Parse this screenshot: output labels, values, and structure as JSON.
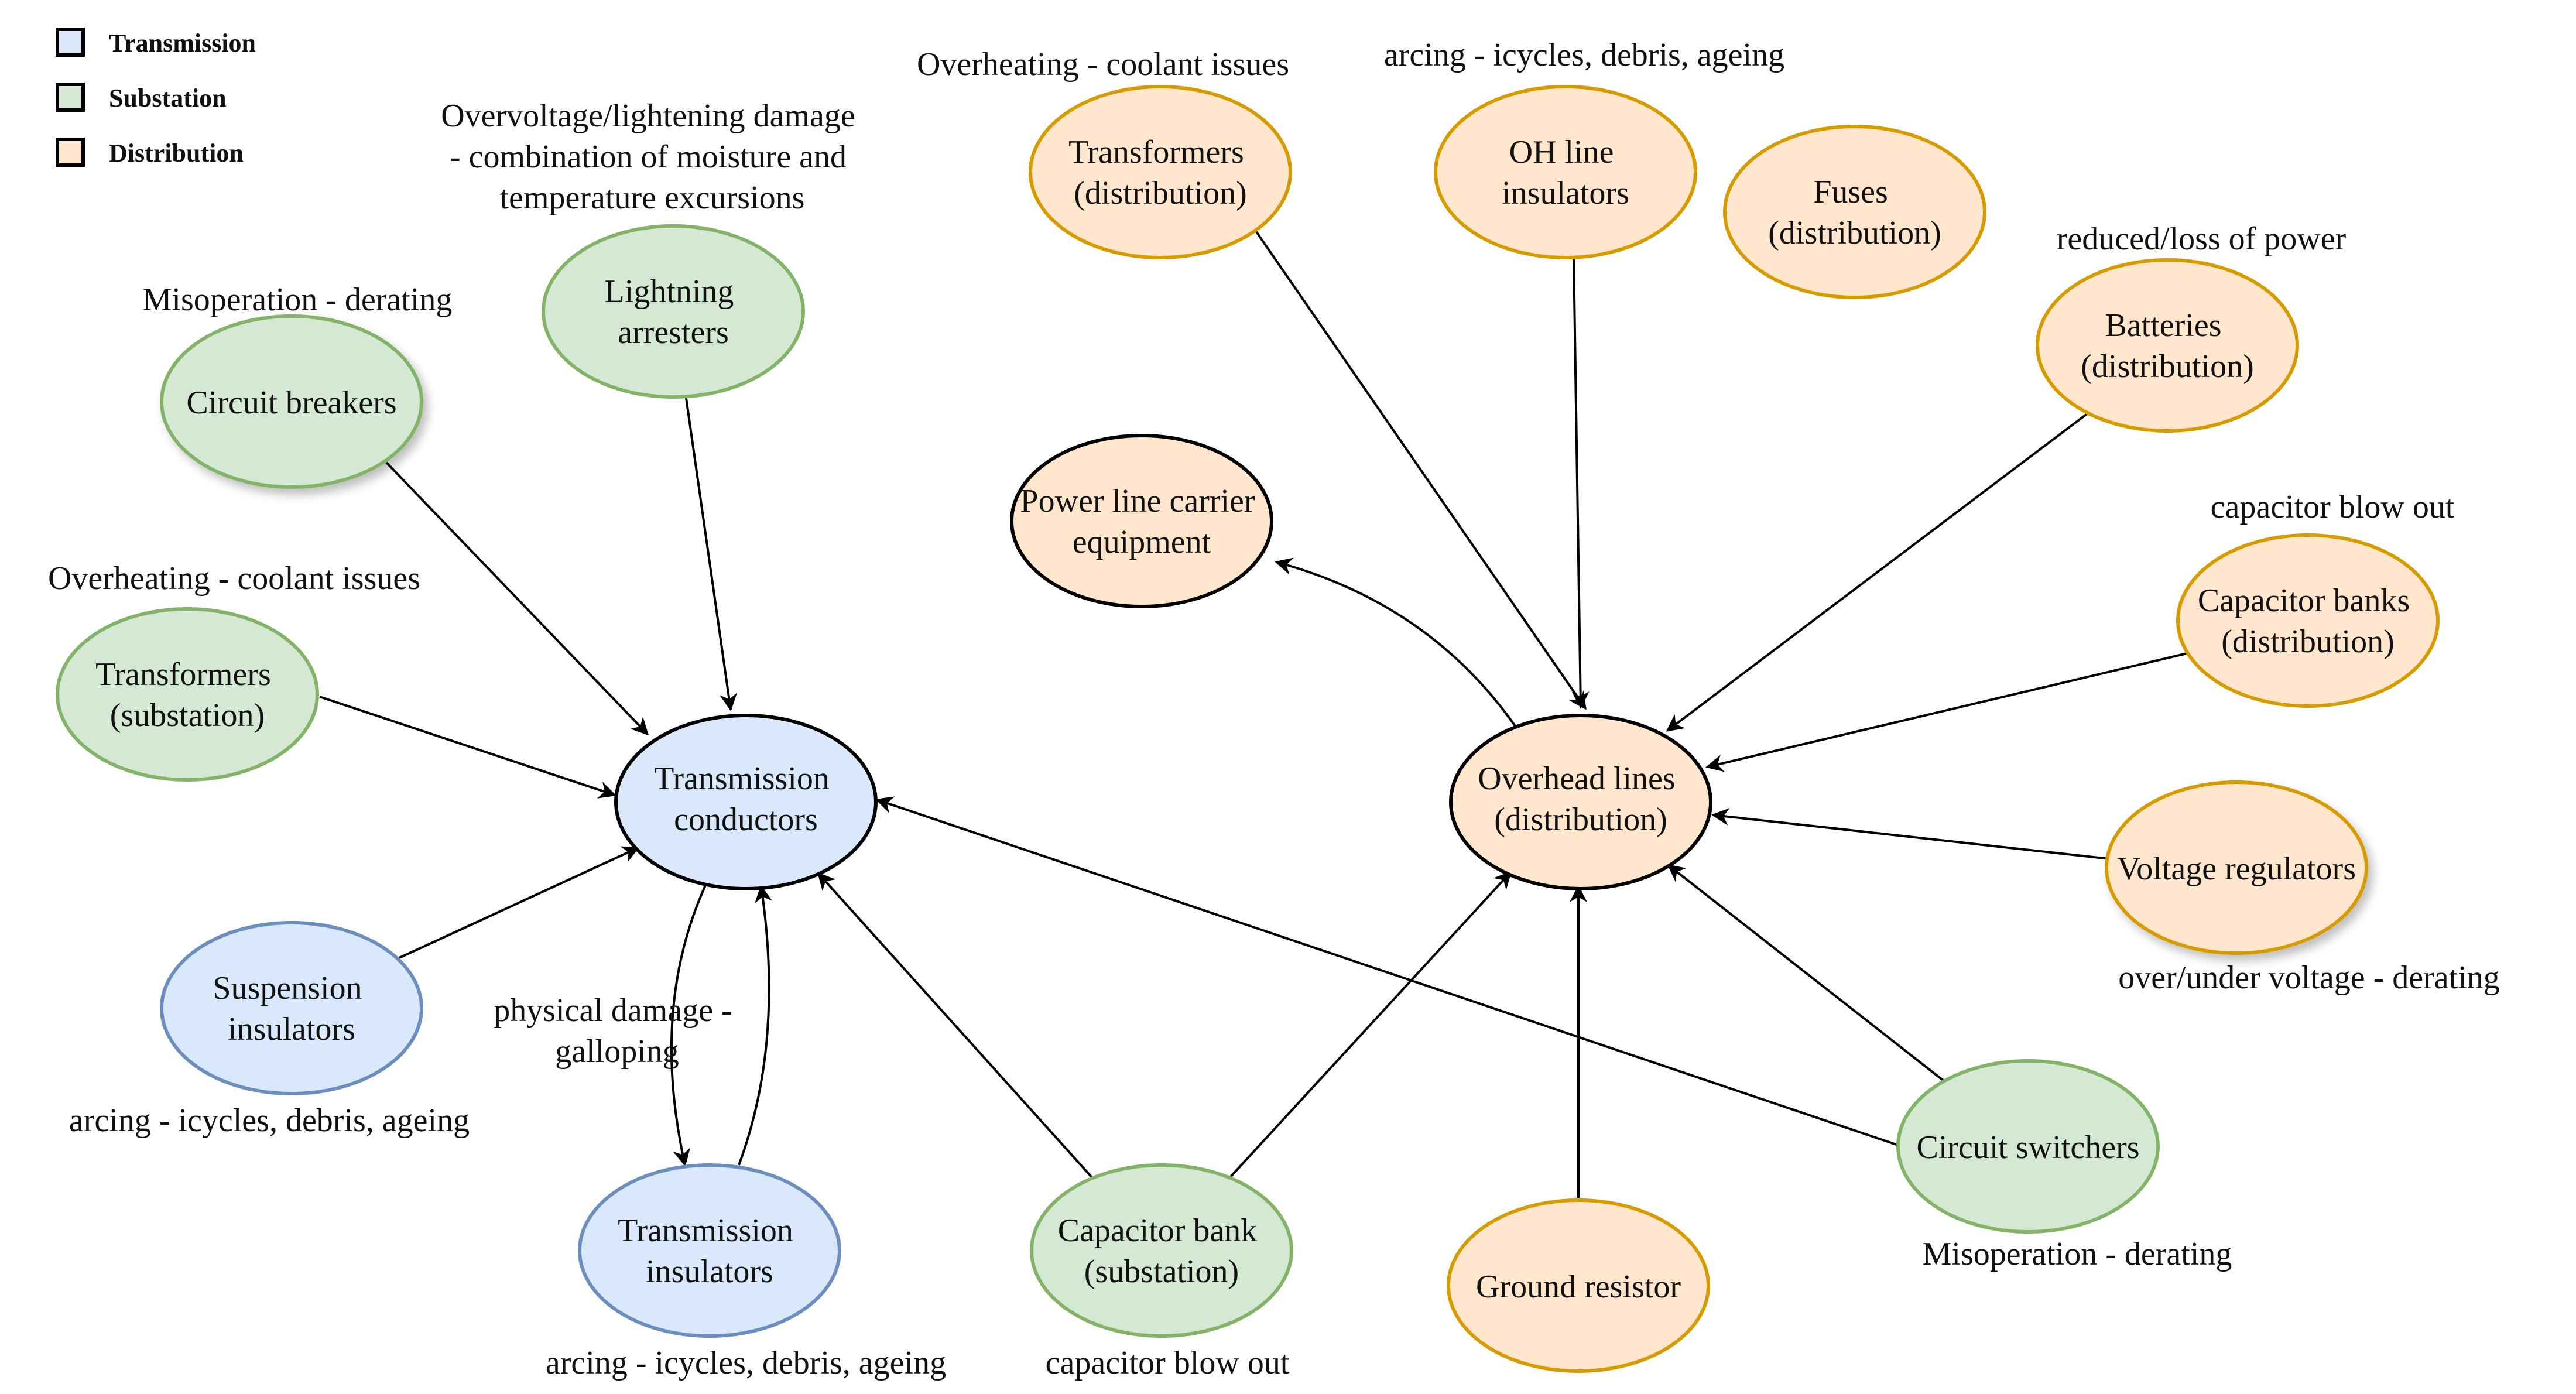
{
  "legend": [
    {
      "label": "Transmission",
      "color": "#dae8fc"
    },
    {
      "label": "Substation",
      "color": "#d5e8d4"
    },
    {
      "label": "Distribution",
      "color": "#ffe6cc"
    }
  ],
  "colors": {
    "transmission_fill": "#dae8fc",
    "transmission_stroke": "#6c8ebf",
    "substation_fill": "#d5e8d4",
    "substation_stroke": "#82b366",
    "distribution_fill": "#ffe6cc",
    "distribution_stroke": "#d79b00",
    "hub_stroke": "#000000",
    "edge": "#000000"
  },
  "nodes": {
    "transmission_conductors": [
      "Transmission",
      "conductors"
    ],
    "overhead_lines": [
      "Overhead lines",
      "(distribution)"
    ],
    "circuit_breakers": [
      "Circuit breakers"
    ],
    "lightning_arresters": [
      "Lightning",
      "arresters"
    ],
    "transformers_substation": [
      "Transformers",
      "(substation)"
    ],
    "suspension_insulators": [
      "Suspension",
      "insulators"
    ],
    "transmission_insulators": [
      "Transmission",
      "insulators"
    ],
    "capacitor_bank_substation": [
      "Capacitor bank",
      "(substation)"
    ],
    "ground_resistor": [
      "Ground resistor"
    ],
    "circuit_switchers": [
      "Circuit switchers"
    ],
    "voltage_regulators": [
      "Voltage regulators"
    ],
    "capacitor_banks_distribution": [
      "Capacitor banks",
      "(distribution)"
    ],
    "batteries_distribution": [
      "Batteries",
      "(distribution)"
    ],
    "fuses_distribution": [
      "Fuses",
      "(distribution)"
    ],
    "oh_line_insulators": [
      "OH line",
      "insulators"
    ],
    "transformers_distribution": [
      "Transformers",
      "(distribution)"
    ],
    "power_line_carrier": [
      "Power line carrier",
      "equipment"
    ]
  },
  "annotations": {
    "transformers_distribution": "Overheating - coolant issues",
    "oh_line_insulators": "arcing - icycles, debris, ageing",
    "lightning_arresters": [
      "Overvoltage/lightening damage",
      "- combination of moisture and",
      "temperature excursions"
    ],
    "circuit_breakers": "Misoperation - derating",
    "transformers_substation": "Overheating - coolant issues",
    "suspension_insulators": "arcing - icycles, debris, ageing",
    "galloping": [
      "physical damage -",
      "galloping"
    ],
    "transmission_insulators": "arcing - icycles, debris, ageing",
    "capacitor_bank_substation": "capacitor blow out",
    "circuit_switchers": "Misoperation - derating",
    "voltage_regulators": "over/under voltage - derating",
    "capacitor_banks_distribution": "capacitor blow out",
    "batteries_distribution": "reduced/loss of power"
  }
}
